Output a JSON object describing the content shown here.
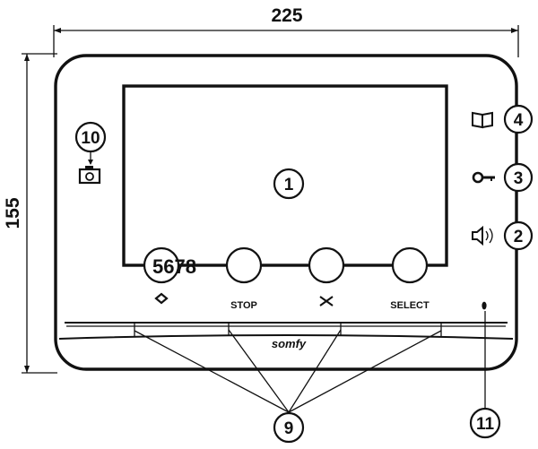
{
  "dimensions": {
    "width_label": "225",
    "height_label": "155"
  },
  "screen": {
    "overlay_text": "5678"
  },
  "buttons": [
    {
      "label": "",
      "icon": "diamond-icon"
    },
    {
      "label": "STOP",
      "icon": ""
    },
    {
      "label": "",
      "icon": "cross-arrows-icon"
    },
    {
      "label": "SELECT",
      "icon": ""
    }
  ],
  "brand": {
    "logo": "somfy"
  },
  "callouts": [
    {
      "number": "1",
      "target": "screen"
    },
    {
      "number": "2",
      "target": "speaker-icon"
    },
    {
      "number": "3",
      "target": "key-icon"
    },
    {
      "number": "4",
      "target": "book-icon"
    },
    {
      "number": "9",
      "target": "touch-strip"
    },
    {
      "number": "10",
      "target": "camera-icon"
    },
    {
      "number": "11",
      "target": "status-led"
    }
  ],
  "colors": {
    "ink": "#111111",
    "background": "#ffffff"
  }
}
